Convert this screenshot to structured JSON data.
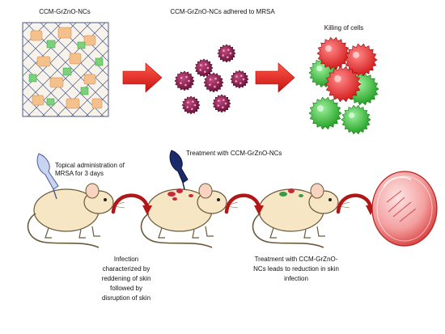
{
  "top_row": {
    "nanocomposite_label": "CCM-GrZnO-NCs",
    "adhered_label": "CCM-GrZnO-NCs adhered to MRSA",
    "killing_label": "Killing of cells"
  },
  "bottom_row": {
    "step1_label_line1": "Topical administration of",
    "step1_label_line2": "MRSA for 3 days",
    "step2_label": "Treatment with CCM-GrZnO-NCs",
    "infection_label": [
      "Infection",
      "characterized by",
      "reddening of skin",
      "followed by",
      "disruption of skin"
    ],
    "treatment_result_label": [
      "Treatment with CCM-GrZnO-",
      "NCs leads to reduction in skin",
      "infection"
    ]
  },
  "colors": {
    "arrow_red": "#e02020",
    "curved_arrow": "#b01818",
    "bacteria_magenta": "#8c1a4a",
    "killed_red": "#e8262a",
    "live_green": "#3fc23f",
    "mouse_body": "#f6e6c4",
    "petri_dish": "#f4a0a0"
  }
}
